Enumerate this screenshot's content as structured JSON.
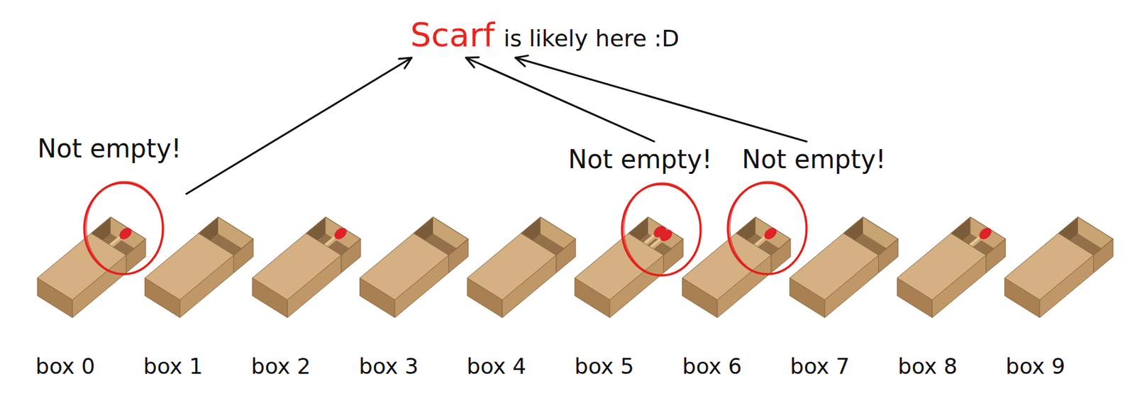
{
  "diagram": {
    "nodes": [
      {
        "text": [
          "Scarf",
          "is likely here :D"
        ]
      },
      {
        "text": [
          "Not empty!"
        ]
      },
      {
        "text": [
          "Not empty!"
        ]
      },
      {
        "text": [
          "Not empty!"
        ]
      }
    ],
    "edges": [
      {
        "from": 1,
        "to": 0,
        "arrow": "to"
      },
      {
        "from": 2,
        "to": 0,
        "arrow": "to"
      },
      {
        "from": 3,
        "to": 0,
        "arrow": "to"
      }
    ],
    "labels": [
      "box 0",
      "box 1",
      "box 2",
      "box 3",
      "box 4",
      "box 5",
      "box 6",
      "box 7",
      "box 8",
      "box 9"
    ]
  }
}
